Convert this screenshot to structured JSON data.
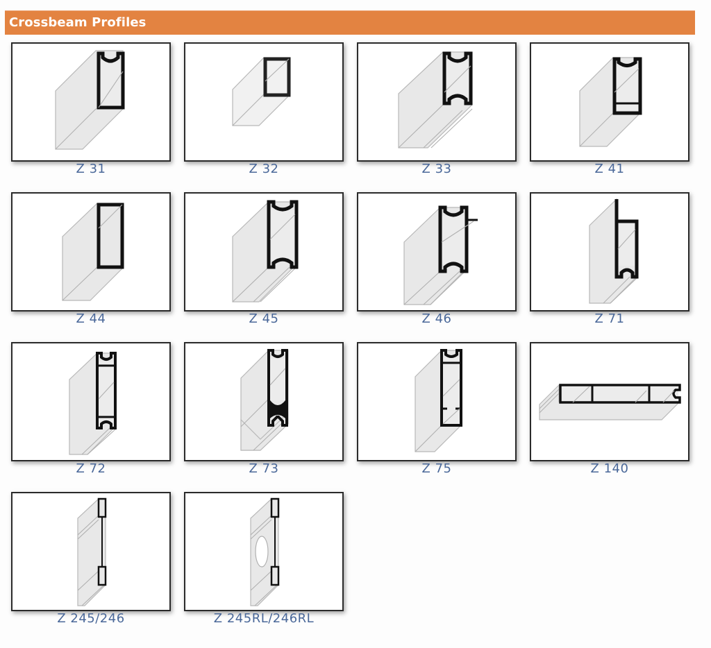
{
  "header": {
    "title": "Crossbeam Profiles",
    "color": "#e38341"
  },
  "profiles": [
    {
      "label": "Z 31",
      "shape": "c-top-box"
    },
    {
      "label": "Z 32",
      "shape": "small-box"
    },
    {
      "label": "Z 33",
      "shape": "double-c-grooved"
    },
    {
      "label": "Z 41",
      "shape": "c-top-box-crossbar"
    },
    {
      "label": "Z 44",
      "shape": "tall-box"
    },
    {
      "label": "Z 45",
      "shape": "double-c-grooved"
    },
    {
      "label": "Z 46",
      "shape": "double-c-grooved-fin"
    },
    {
      "label": "Z 71",
      "shape": "flange-box-c-bottom"
    },
    {
      "label": "Z 72",
      "shape": "double-c-crossbars"
    },
    {
      "label": "Z 73",
      "shape": "double-c-solid-web"
    },
    {
      "label": "Z 75",
      "shape": "c-top-box-bottom-stops"
    },
    {
      "label": "Z 140",
      "shape": "flat-multi-chamber"
    },
    {
      "label": "Z 245/246",
      "shape": "twin-box-web"
    },
    {
      "label": "Z 245RL/246RL",
      "shape": "twin-box-web-hole"
    }
  ],
  "label_color": "#4a6899"
}
